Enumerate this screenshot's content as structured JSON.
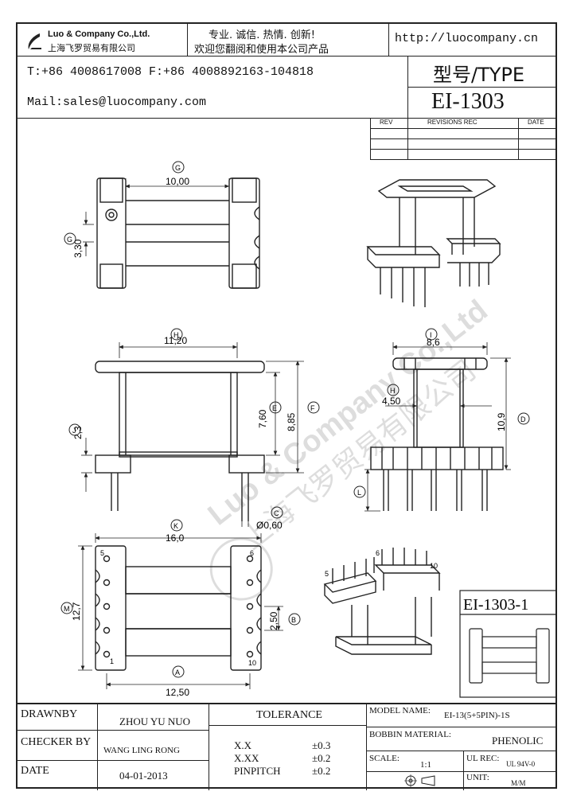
{
  "header": {
    "company_name": "Luo & Company Co.,Ltd.",
    "company_cn": "上海飞罗贸易有限公司",
    "slogan_line1": "专业. 诚信. 热情. 创新!",
    "slogan_line2": "欢迎您翻阅和使用本公司产品",
    "website": "http://luocompany.cn",
    "phone_fax": "T:+86 4008617008 F:+86 4008892163-104818",
    "mail": "Mail:sales@luocompany.com",
    "type_label": "型号/TYPE",
    "part_number": "EI-1303"
  },
  "revisions": {
    "col_rev": "REV",
    "col_rec": "REVISIONS REC",
    "col_date": "DATE"
  },
  "views": {
    "top": {
      "label_g1": "G",
      "label_g2": "G",
      "dim_width": "10,00",
      "dim_height": "3,30"
    },
    "front": {
      "label_h": "H",
      "label_e": "E",
      "label_f": "F",
      "label_j": "J",
      "label_c": "C",
      "dim_width": "11,20",
      "dim_e": "7,60",
      "dim_f": "8,85",
      "dim_j": "2,3",
      "dim_pin": "Ø0,60"
    },
    "side": {
      "label_i": "I",
      "label_h": "H",
      "label_d": "D",
      "label_l": "L",
      "dim_width": "8,6",
      "dim_inner": "4,50",
      "dim_height": "10,9"
    },
    "bottom": {
      "label_k": "K",
      "label_m": "M",
      "label_b": "B",
      "label_a": "A",
      "dim_width": "16,0",
      "dim_height": "12,7",
      "dim_pitch": "2,50",
      "dim_pin_span": "12,50",
      "pin5": "5",
      "pin6": "6",
      "pin1": "1",
      "pin10": "10"
    },
    "iso_bottom": {
      "pin5": "5",
      "pin6": "6",
      "pin10": "10"
    }
  },
  "thumbnail_label": "EI-1303-1",
  "watermark": {
    "text_en": "Luo & Company Co.,Ltd",
    "text_cn": "上海飞罗贸易有限公司"
  },
  "title_block": {
    "drawnby_label": "DRAWNBY",
    "drawnby_value": "ZHOU YU NUO",
    "checker_label": "CHECKER BY",
    "checker_value": "WANG LING RONG",
    "date_label": "DATE",
    "date_value": "04-01-2013",
    "tolerance_label": "TOLERANCE",
    "tol_xx_label": "X.X",
    "tol_xx_value": "±0.3",
    "tol_xxx_label": "X.XX",
    "tol_xxx_value": "±0.2",
    "tol_pin_label": "PINPITCH",
    "tol_pin_value": "±0.2",
    "model_label": "MODEL NAME:",
    "model_value": "EI-13(5+5PIN)-1S",
    "bobbin_label": "BOBBIN MATERIAL:",
    "bobbin_value": "PHENOLIC",
    "scale_label": "SCALE:",
    "scale_value": "1:1",
    "ul_label": "UL REC:",
    "ul_value": "UL 94V-0",
    "unit_label": "UNIT:",
    "unit_value": "M/M"
  }
}
